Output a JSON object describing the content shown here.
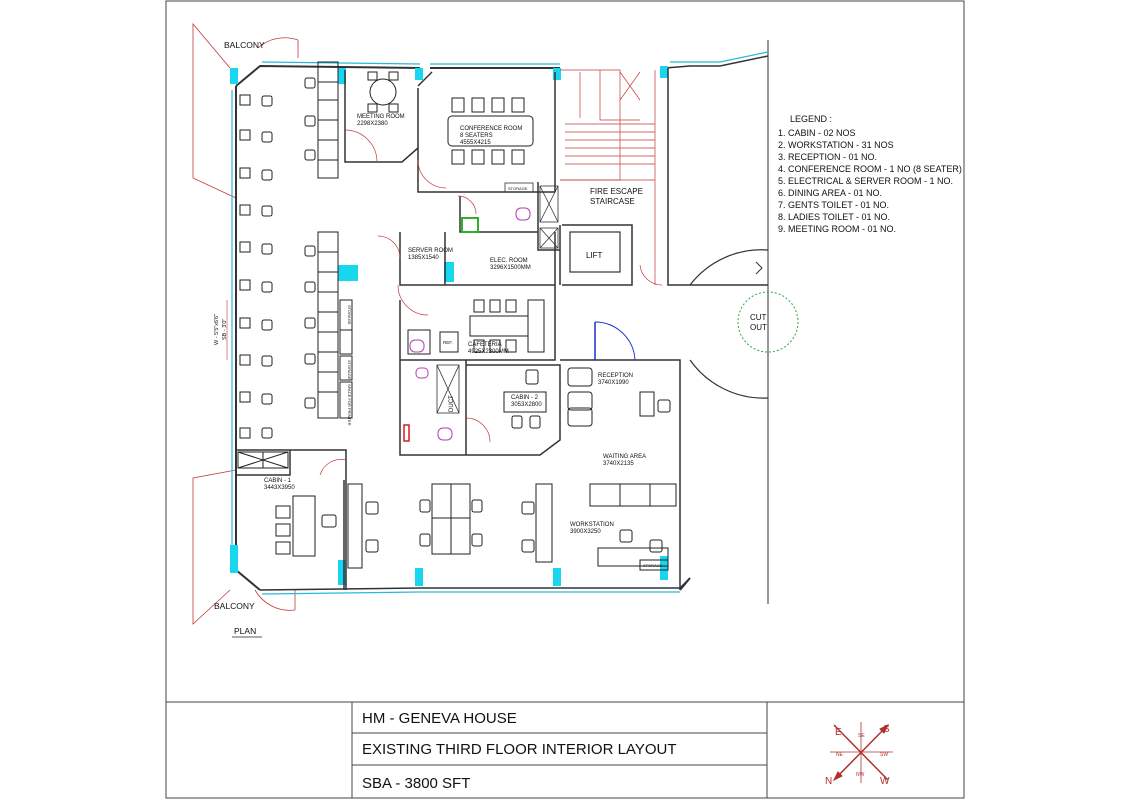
{
  "rooms": {
    "balcony_top": "BALCONY",
    "balcony_bottom": "BALCONY",
    "meeting_room": "MEETING ROOM",
    "meeting_room_size": "2298X2380",
    "conference_room": "CONFERENCE ROOM",
    "conference_room_seats": "8 SEATERS",
    "conference_room_size": "4555X4215",
    "storage_1": "STORAGE",
    "fire_escape_1": "FIRE ESCAPE",
    "fire_escape_2": "STAIRCASE",
    "server_room": "SERVER ROOM",
    "server_room_size": "1385X1540",
    "elec_room": "ELEC. ROOM",
    "elec_room_size": "3296X1500MM",
    "lift": "LIFT",
    "cut_out_1": "CUT",
    "cut_out_2": "OUT",
    "cafeteria": "CAFETERIA",
    "cafeteria_size": "4925X2300MM",
    "ref": "REF.",
    "reception": "RECEPTION",
    "reception_size": "3740X1990",
    "cabin_2": "CABIN - 2",
    "cabin_2_size": "3053X2800",
    "duct": "DUCT",
    "waiting_area": "WAITING AREA",
    "waiting_area_size": "3740X2135",
    "cabin_1": "CABIN - 1",
    "cabin_1_size": "3443X3950",
    "workstation": "WORKSTATION",
    "workstation_size": "3900X3250",
    "storage_2": "STORAGE",
    "storage_3": "STORAGE",
    "storage_4": "STORAGE",
    "space_for_printer": "SPACE FOR PRINTER",
    "dimension_1": "W - 5'5\"x6'6\"",
    "dimension_2": "SB - 3'0\"",
    "plan": "PLAN"
  },
  "legend": {
    "title": "LEGEND :",
    "items": [
      "1. CABIN  - 02 NOS",
      "2. WORKSTATION - 31 NOS",
      "3. RECEPTION - 01 NO.",
      "4. CONFERENCE ROOM - 1 NO (8 SEATER)",
      "5. ELECTRICAL & SERVER ROOM - 1 NO.",
      "6. DINING AREA - 01 NO.",
      "7. GENTS TOILET - 01 NO.",
      "8. LADIES TOILET - 01 NO.",
      "9. MEETING ROOM - 01 NO."
    ]
  },
  "title_block": {
    "project": "HM - GENEVA HOUSE",
    "drawing": "EXISTING THIRD FLOOR INTERIOR LAYOUT",
    "area": "SBA - 3800 SFT"
  },
  "compass": {
    "e": "E",
    "s": "S",
    "n": "N",
    "w": "W",
    "se": "SE",
    "ne": "NE",
    "sw": "SW",
    "nw": "NW"
  },
  "colors": {
    "wall": "#333333",
    "glass": "#29b8d8",
    "pillar": "#19d6ef",
    "door": "#c23a3a",
    "compass": "#b03030",
    "entry_door": "#1a2fd0",
    "toilet": "#b040b0",
    "green": "#30b030"
  }
}
